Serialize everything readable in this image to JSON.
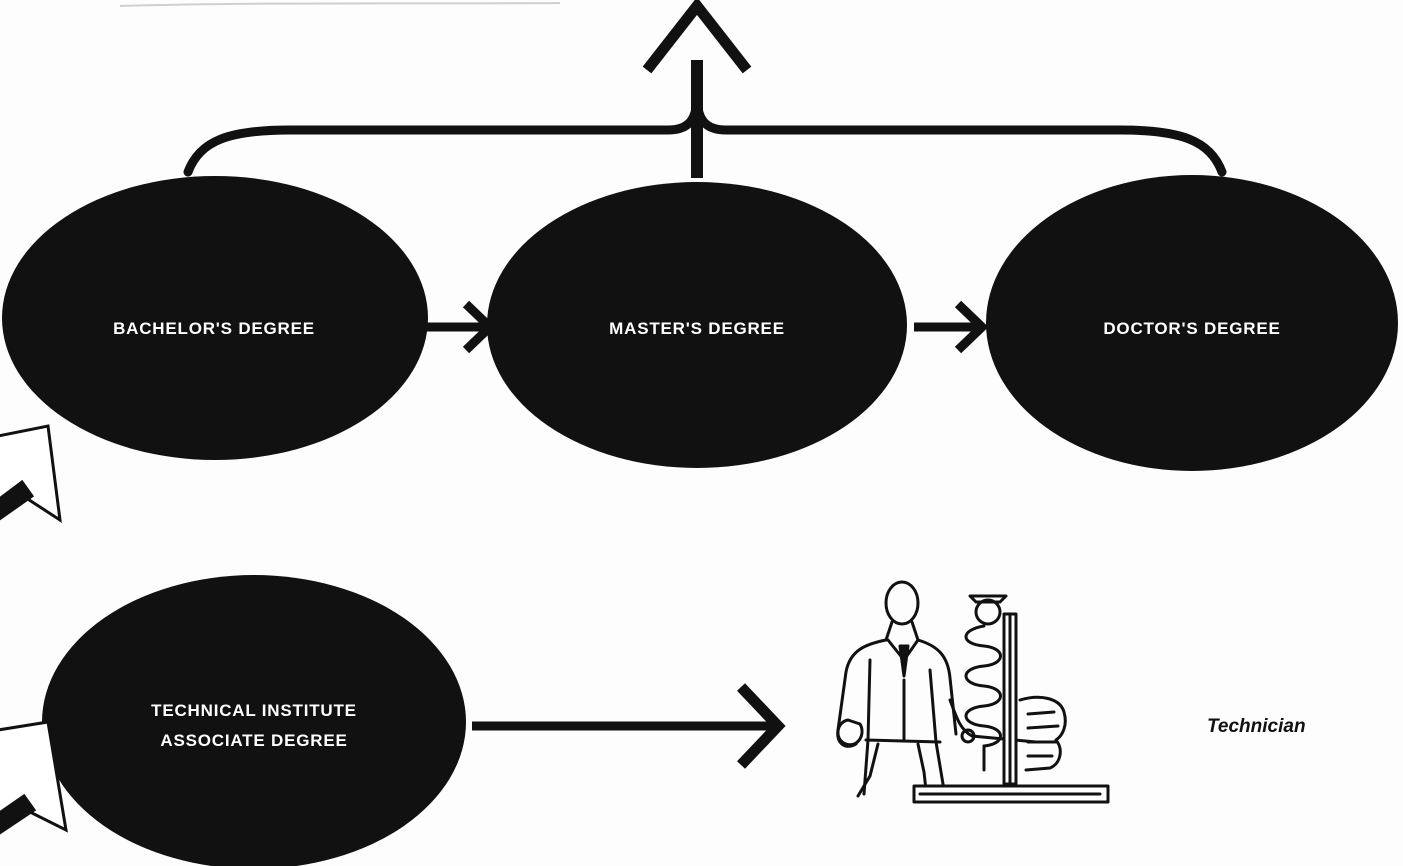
{
  "colors": {
    "ink": "#111111",
    "paper": "#fdfdfd",
    "label": "#ffffff"
  },
  "nodes": {
    "bachelor": {
      "label": "BACHELOR'S DEGREE"
    },
    "master": {
      "label": "MASTER'S DEGREE"
    },
    "doctor": {
      "label": "DOCTOR'S DEGREE"
    },
    "technical": {
      "line1": "TECHNICAL INSTITUTE",
      "line2": "ASSOCIATE DEGREE"
    }
  },
  "illustration": {
    "icon": "technician-with-lab-apparatus-icon",
    "caption": "Technician"
  }
}
